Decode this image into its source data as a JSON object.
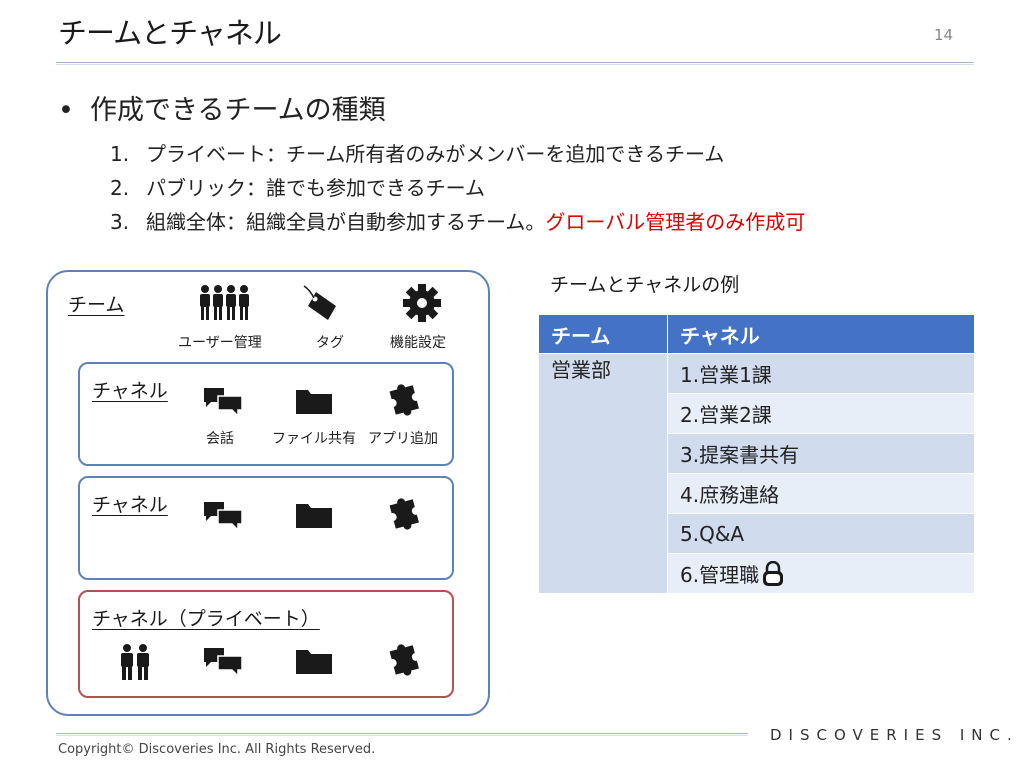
{
  "slide": {
    "title": "チームとチャネル",
    "page_number": "14"
  },
  "bullet": {
    "heading": "作成できるチームの種類",
    "items": [
      {
        "num": "1.",
        "text": "プライベート：チーム所有者のみがメンバーを追加できるチーム",
        "note": ""
      },
      {
        "num": "2.",
        "text": "パブリック：誰でも参加できるチーム",
        "note": ""
      },
      {
        "num": "3.",
        "text": "組織全体：組織全員が自動参加するチーム。",
        "note": "グローバル管理者のみ作成可"
      }
    ]
  },
  "diagram": {
    "team_label": "チーム",
    "team_icons": [
      {
        "icon": "people-group-icon",
        "caption": "ユーザー管理"
      },
      {
        "icon": "tag-icon",
        "caption": "タグ"
      },
      {
        "icon": "gear-icon",
        "caption": "機能設定"
      }
    ],
    "channels": [
      {
        "label": "チャネル",
        "captions": [
          "会話",
          "ファイル共有",
          "アプリ追加"
        ]
      },
      {
        "label": "チャネル",
        "captions": []
      },
      {
        "label": "チャネル（プライベート）",
        "captions": []
      }
    ]
  },
  "table": {
    "caption": "チームとチャネルの例",
    "headers": [
      "チーム",
      "チャネル"
    ],
    "team": "営業部",
    "channels": [
      "1.営業1課",
      "2.営業2課",
      "3.提案書共有",
      "4.庶務連絡",
      "5.Q&A",
      "6.管理職"
    ],
    "lock_icon": "lock-icon"
  },
  "footer": {
    "copyright": "Copyright© Discoveries Inc. All Rights Reserved.",
    "logo": "DISCOVERIES INC."
  },
  "colors": {
    "accent": "#4472c4",
    "group_border": "#5d82b7",
    "private_border": "#b45050",
    "highlight": "#e00000"
  }
}
